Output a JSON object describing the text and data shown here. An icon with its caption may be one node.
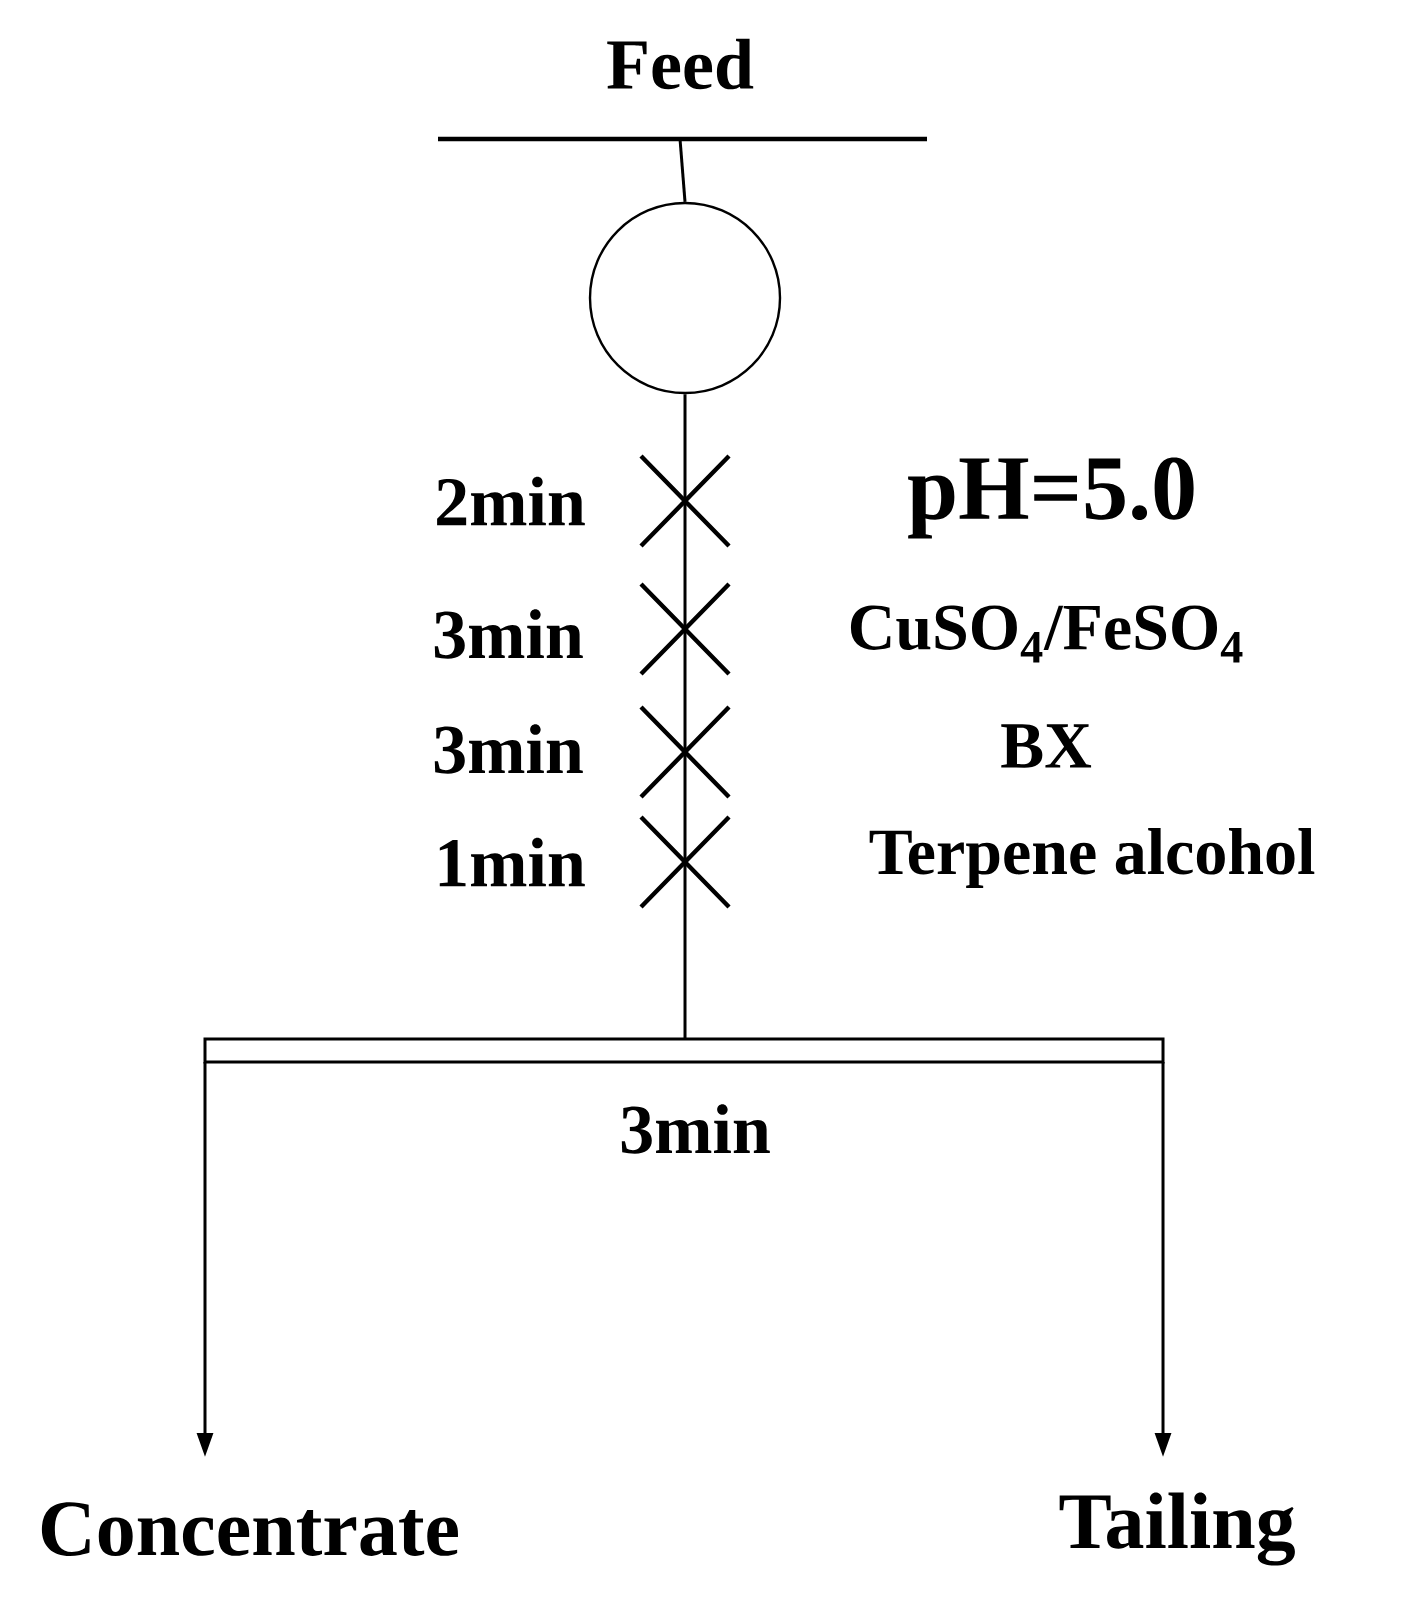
{
  "diagram": {
    "nodes": [
      {
        "text": [
          "Feed"
        ]
      },
      {
        "text": [],
        "shape": "circle"
      },
      {
        "text": [
          "3min"
        ]
      },
      {
        "text": [
          "Concentrate"
        ]
      },
      {
        "text": [
          "Tailing"
        ]
      }
    ],
    "edges": [
      {
        "from": 0,
        "to": 1,
        "arrow": "none"
      },
      {
        "from": 1,
        "to": 2,
        "arrow": "none"
      },
      {
        "from": 2,
        "to": 3,
        "arrow": "to"
      },
      {
        "from": 2,
        "to": 4,
        "arrow": "to"
      }
    ],
    "labels": [
      "2min",
      "pH=5.0",
      "3min",
      "CuSO$_{4}$/FeSO$_{4}$",
      "3min",
      "BX",
      "1min",
      "Terpene alcohol"
    ]
  }
}
